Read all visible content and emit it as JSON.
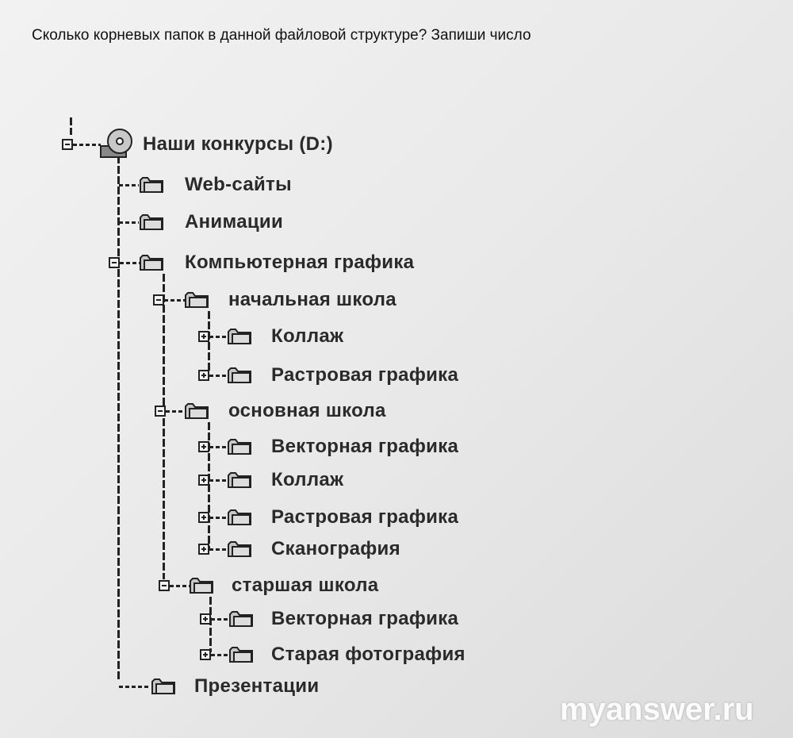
{
  "question": "Сколько корневых папок в данной файловой структуре? Запиши число",
  "tree": [
    {
      "label": "Наши конкурсы (D:)",
      "icon": "disk-icon",
      "toggle": "expanded"
    },
    {
      "label": "Web-сайты",
      "icon": "folder-icon",
      "toggle": "none"
    },
    {
      "label": "Анимации",
      "icon": "folder-icon",
      "toggle": "none"
    },
    {
      "label": "Компьютерная графика",
      "icon": "folder-icon",
      "toggle": "expanded"
    },
    {
      "label": "начальная школа",
      "icon": "folder-icon",
      "toggle": "expanded"
    },
    {
      "label": "Коллаж",
      "icon": "folder-icon",
      "toggle": "collapsed"
    },
    {
      "label": "Растровая графика",
      "icon": "folder-icon",
      "toggle": "collapsed"
    },
    {
      "label": "основная школа",
      "icon": "folder-icon",
      "toggle": "expanded"
    },
    {
      "label": "Векторная графика",
      "icon": "folder-icon",
      "toggle": "collapsed"
    },
    {
      "label": "Коллаж",
      "icon": "folder-icon",
      "toggle": "collapsed"
    },
    {
      "label": "Растровая графика",
      "icon": "folder-icon",
      "toggle": "collapsed"
    },
    {
      "label": "Сканография",
      "icon": "folder-icon",
      "toggle": "collapsed"
    },
    {
      "label": "старшая школа",
      "icon": "folder-icon",
      "toggle": "expanded"
    },
    {
      "label": "Векторная графика",
      "icon": "folder-icon",
      "toggle": "collapsed"
    },
    {
      "label": "Старая фотография",
      "icon": "folder-icon",
      "toggle": "collapsed"
    },
    {
      "label": "Презентации",
      "icon": "folder-icon",
      "toggle": "none"
    }
  ],
  "watermark": "myanswer.ru"
}
